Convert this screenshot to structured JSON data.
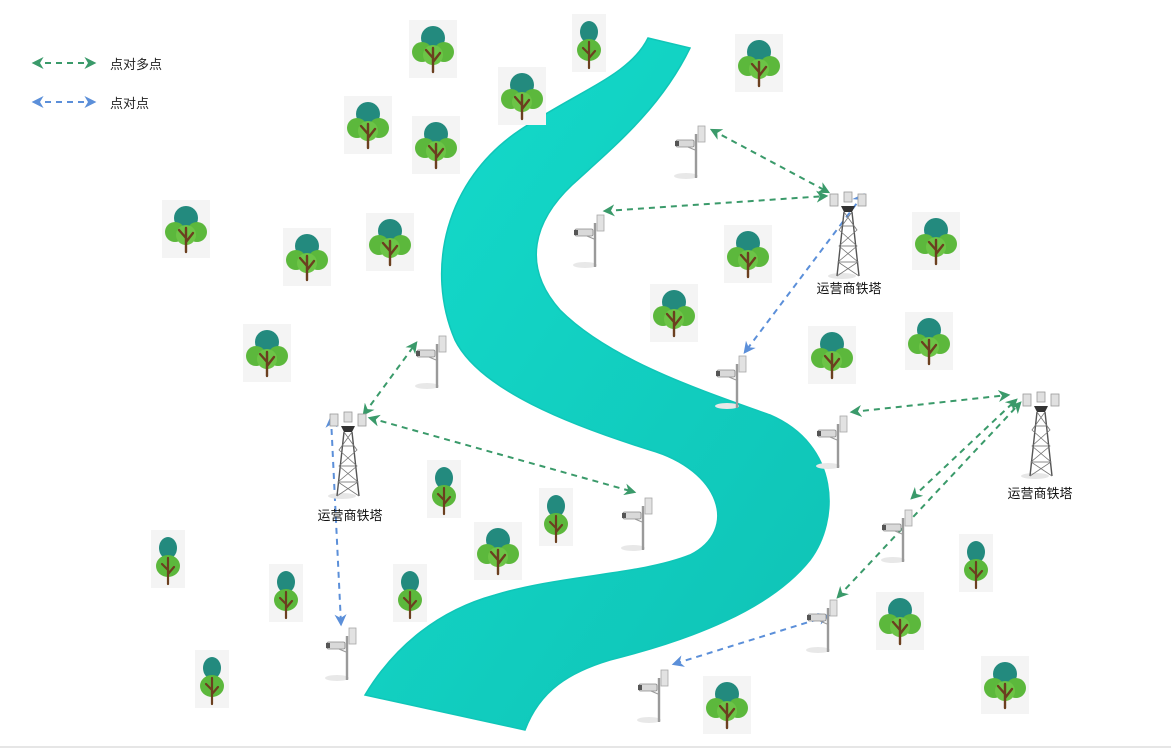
{
  "legend": {
    "multipoint_label": "点对多点",
    "point_to_point_label": "点对点"
  },
  "colors": {
    "river": "#12d4c6",
    "river_dark": "#0fbcb0",
    "multipoint_link": "#3a9a6a",
    "point_to_point_link": "#5b8fd9",
    "tree_crown_dark": "#238a7e",
    "tree_crown_light": "#5cb83c",
    "trunk": "#6b3f1f"
  },
  "towers": {
    "left_label": "运营商铁塔",
    "top_right_label": "运营商铁塔",
    "right_label": "运营商铁塔"
  }
}
